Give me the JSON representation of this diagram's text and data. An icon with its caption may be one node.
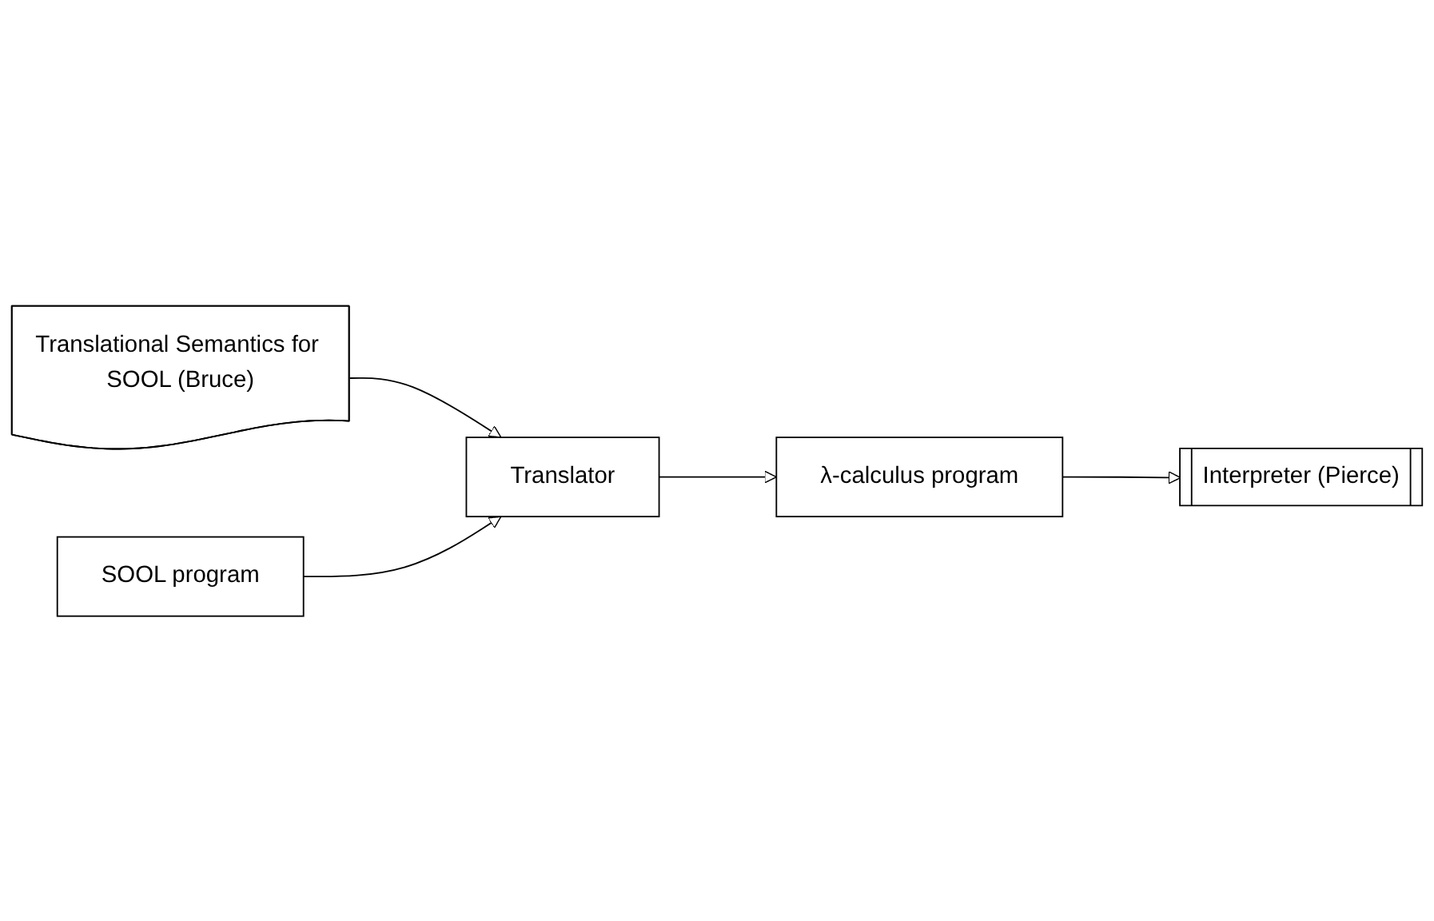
{
  "diagram": {
    "nodes": [
      {
        "text": [
          "Translational Semantics for SOOL (Bruce)"
        ]
      },
      {
        "text": [
          "SOOL program"
        ]
      },
      {
        "text": [
          "Translator"
        ]
      },
      {
        "text": [
          "λ-calculus program"
        ]
      },
      {
        "text": [
          "Interpreter (Pierce)"
        ]
      }
    ],
    "edges": [
      {
        "from": 0,
        "to": 2,
        "arrow": "to"
      },
      {
        "from": 1,
        "to": 2,
        "arrow": "to"
      },
      {
        "from": 2,
        "to": 3,
        "arrow": "to"
      },
      {
        "from": 3,
        "to": 4,
        "arrow": "to"
      }
    ]
  }
}
